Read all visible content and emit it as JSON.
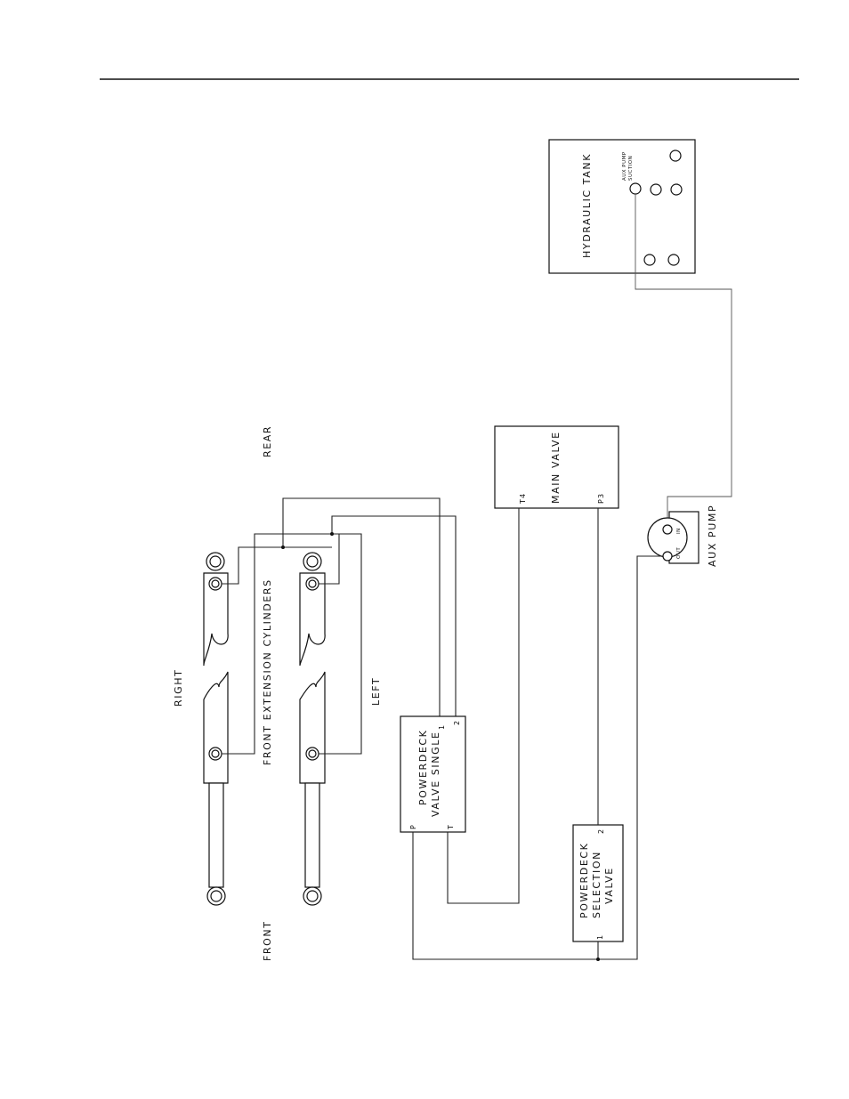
{
  "labels": {
    "hydraulic_tank": "HYDRAULIC TANK",
    "aux_pump_suction_1": "AUX PUMP",
    "aux_pump_suction_2": "SUCTION",
    "rear": "REAR",
    "main_valve": "MAIN VALVE",
    "t4": "T4",
    "p3": "P3",
    "aux_pump": "AUX PUMP",
    "pump_in": "IN",
    "pump_out": "OUT",
    "right": "RIGHT",
    "front_extension_cylinders": "FRONT EXTENSION CYLINDERS",
    "left": "LEFT",
    "pd_single_1": "POWERDECK",
    "pd_single_2": "VALVE SINGLE",
    "pd_single_port_1": "1",
    "pd_single_port_2": "2",
    "pd_single_port_p": "P",
    "pd_single_port_t": "T",
    "pd_sel_1": "POWERDECK",
    "pd_sel_2": "SELECTION",
    "pd_sel_3": "VALVE",
    "pd_sel_port_2": "2",
    "pd_sel_port_1": "1",
    "front": "FRONT"
  }
}
